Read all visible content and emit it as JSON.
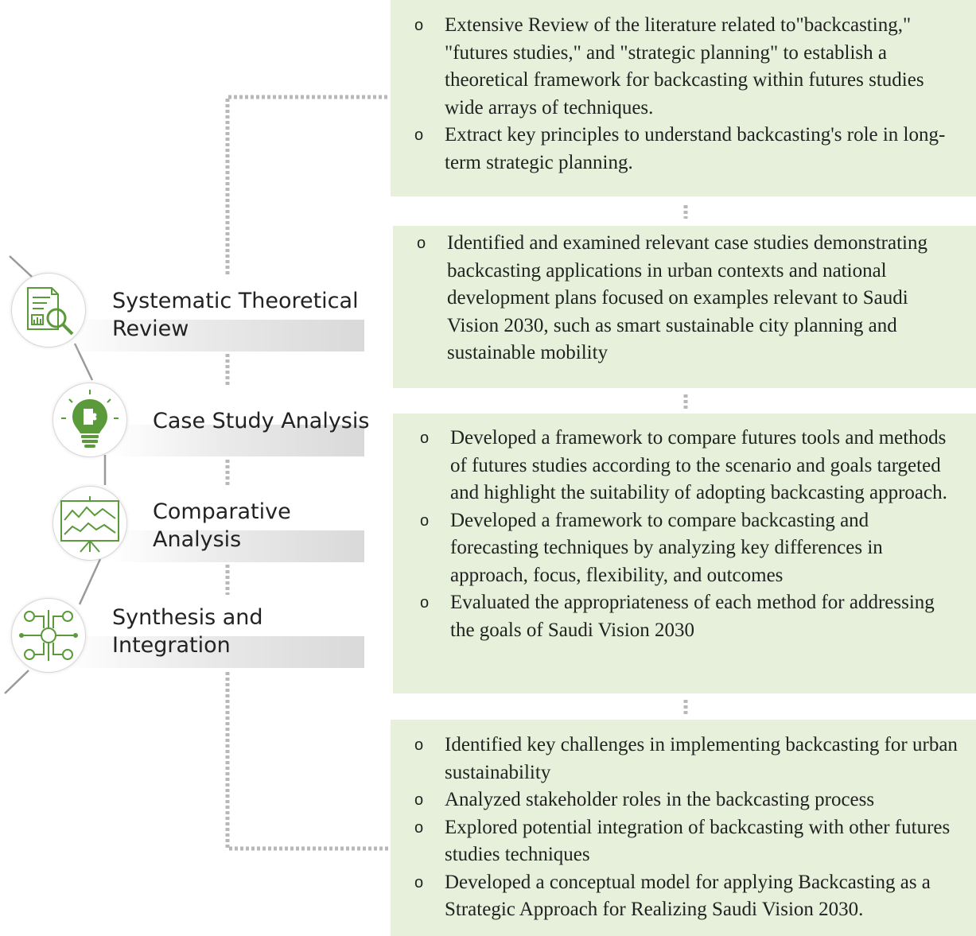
{
  "steps": [
    {
      "id": "systematic-theoretical-review",
      "label_line1": "Systematic Theoretical",
      "label_line2": "Review",
      "icon": "document-magnifier-icon"
    },
    {
      "id": "case-study-analysis",
      "label_line1": "Case Study Analysis",
      "label_line2": "",
      "icon": "lightbulb-puzzle-icon"
    },
    {
      "id": "comparative-analysis",
      "label_line1": "Comparative",
      "label_line2": "Analysis",
      "icon": "line-chart-board-icon"
    },
    {
      "id": "synthesis-and-integration",
      "label_line1": "Synthesis and",
      "label_line2": "Integration",
      "icon": "circuit-network-icon"
    }
  ],
  "boxes": [
    {
      "bullets": [
        "Extensive Review of the literature related to\"backcasting,\" \"futures studies,\" and \"strategic planning\" to establish a theoretical framework for backcasting within futures studies wide arrays of techniques.",
        "Extract key principles to understand backcasting's role in long-term strategic planning."
      ]
    },
    {
      "bullets": [
        "Identified and examined relevant case studies demonstrating backcasting applications in urban contexts and national development plans focused on examples relevant to Saudi Vision 2030, such as smart sustainable city planning and sustainable mobility"
      ]
    },
    {
      "bullets": [
        "Developed a framework to compare futures tools and methods of futures studies according to the scenario and goals targeted and highlight the suitability of adopting backcasting approach.",
        "Developed a framework to compare backcasting and forecasting techniques by analyzing key differences in approach, focus, flexibility, and outcomes",
        "Evaluated the appropriateness of each method for addressing the goals of Saudi Vision 2030"
      ]
    },
    {
      "bullets": [
        "Identified key challenges in implementing backcasting for urban sustainability",
        "Analyzed stakeholder roles in the backcasting process",
        "Explored potential integration of backcasting with other futures studies techniques",
        "Developed a conceptual model for applying Backcasting as a Strategic Approach for Realizing Saudi Vision 2030."
      ]
    }
  ],
  "colors": {
    "box_fill": "#e6f0da",
    "icon_green": "#5a9a3a",
    "connector_gray": "#b8b8b8",
    "label_bar": "#d9d9d9"
  }
}
